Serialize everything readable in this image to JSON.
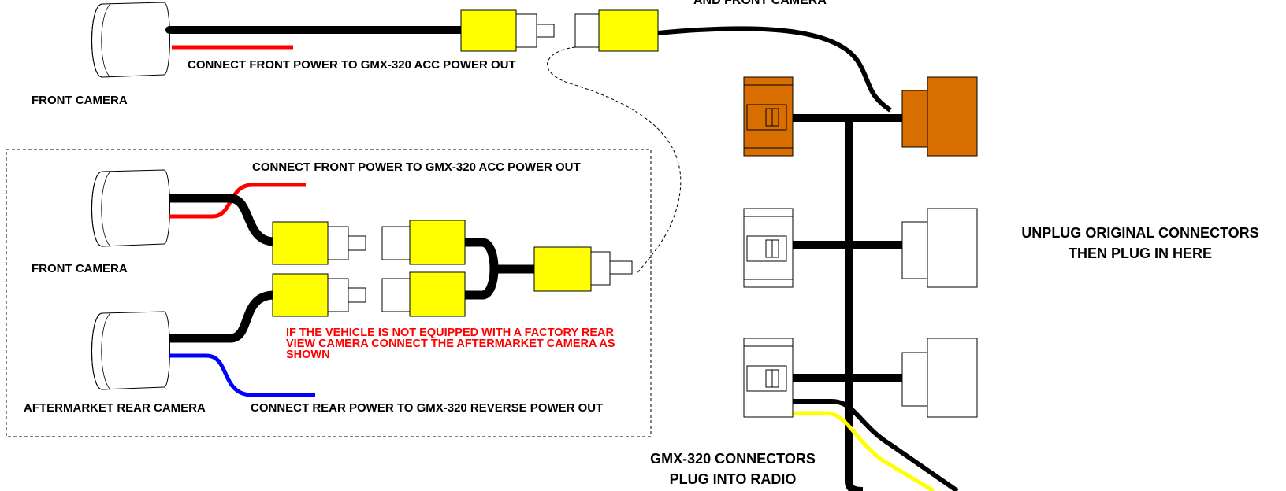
{
  "labels": {
    "top_header_partial": "AND FRONT CAMERA",
    "front_camera_top": "FRONT CAMERA",
    "front_power_top": "CONNECT FRONT POWER TO GMX-320 ACC POWER OUT",
    "front_power_box": "CONNECT FRONT POWER TO GMX-320 ACC POWER OUT",
    "front_camera_box": "FRONT CAMERA",
    "rear_camera_box": "AFTERMARKET REAR CAMERA",
    "rear_power_box": "CONNECT REAR POWER TO GMX-320 REVERSE POWER OUT",
    "factory_note": "IF THE VEHICLE IS NOT EQUIPPED WITH A FACTORY REAR VIEW CAMERA CONNECT THE AFTERMARKET CAMERA AS SHOWN",
    "unplug_line1": "UNPLUG ORIGINAL CONNECTORS",
    "unplug_line2": "THEN PLUG IN HERE",
    "gmx_line1": "GMX-320 CONNECTORS",
    "gmx_line2": "PLUG INTO RADIO"
  },
  "colors": {
    "wire_black": "#000000",
    "wire_red": "#ff0000",
    "wire_blue": "#0000ff",
    "wire_yellow": "#ffff00",
    "connector_yellow": "#ffff00",
    "connector_orange": "#d96e00",
    "note_red": "#ff0000"
  }
}
